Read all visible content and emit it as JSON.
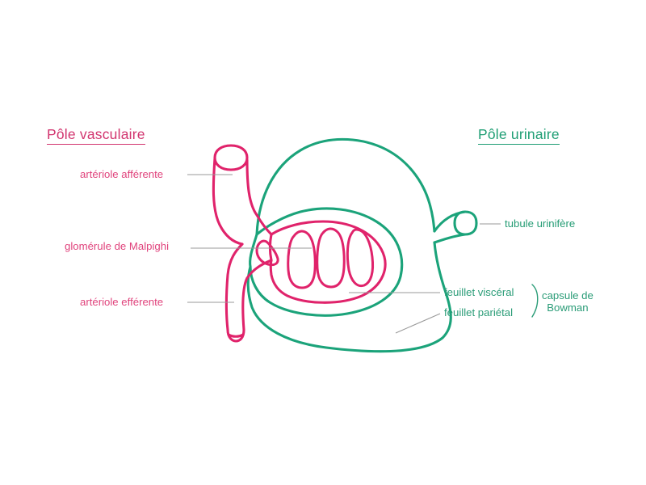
{
  "figure": {
    "background_color": "#ffffff",
    "subject": "renal-corpuscle-malpighian-glomerulus",
    "language": "fr",
    "colors": {
      "vascular_pink": "#e0236b",
      "pink_label": "#e0437c",
      "heading_pink": "#d2356f",
      "urinary_green": "#1ba37a",
      "green_label": "#259c74",
      "heading_green": "#1f9e74",
      "leader_line_gray": "#9a9a9a"
    }
  },
  "headings": {
    "vascular_pole": "Pôle vasculaire",
    "urinary_pole": "Pôle urinaire"
  },
  "labels": {
    "afferent_arteriole": "artériole afférente",
    "glomerulus": "glomérule de Malpighi",
    "efferent_arteriole": "artériole efférente",
    "uriniferous_tubule": "tubule urinifère",
    "visceral_layer": "feuillet viscéral",
    "parietal_layer": "feuillet pariétal",
    "bowman_capsule_line1": "capsule de",
    "bowman_capsule_line2": "Bowman"
  },
  "structures": [
    {
      "name": "afferent-arteriole",
      "color": "#e0236b",
      "side": "left-upper"
    },
    {
      "name": "efferent-arteriole",
      "color": "#e0236b",
      "side": "left-lower"
    },
    {
      "name": "glomerular-capillary-loops",
      "color": "#e0236b",
      "count": 3
    },
    {
      "name": "macula-densa-triangle",
      "color": "#e0236b"
    },
    {
      "name": "visceral-layer",
      "color": "#1ba37a"
    },
    {
      "name": "parietal-layer",
      "color": "#1ba37a"
    },
    {
      "name": "uriniferous-tubule",
      "color": "#1ba37a",
      "side": "right"
    }
  ]
}
